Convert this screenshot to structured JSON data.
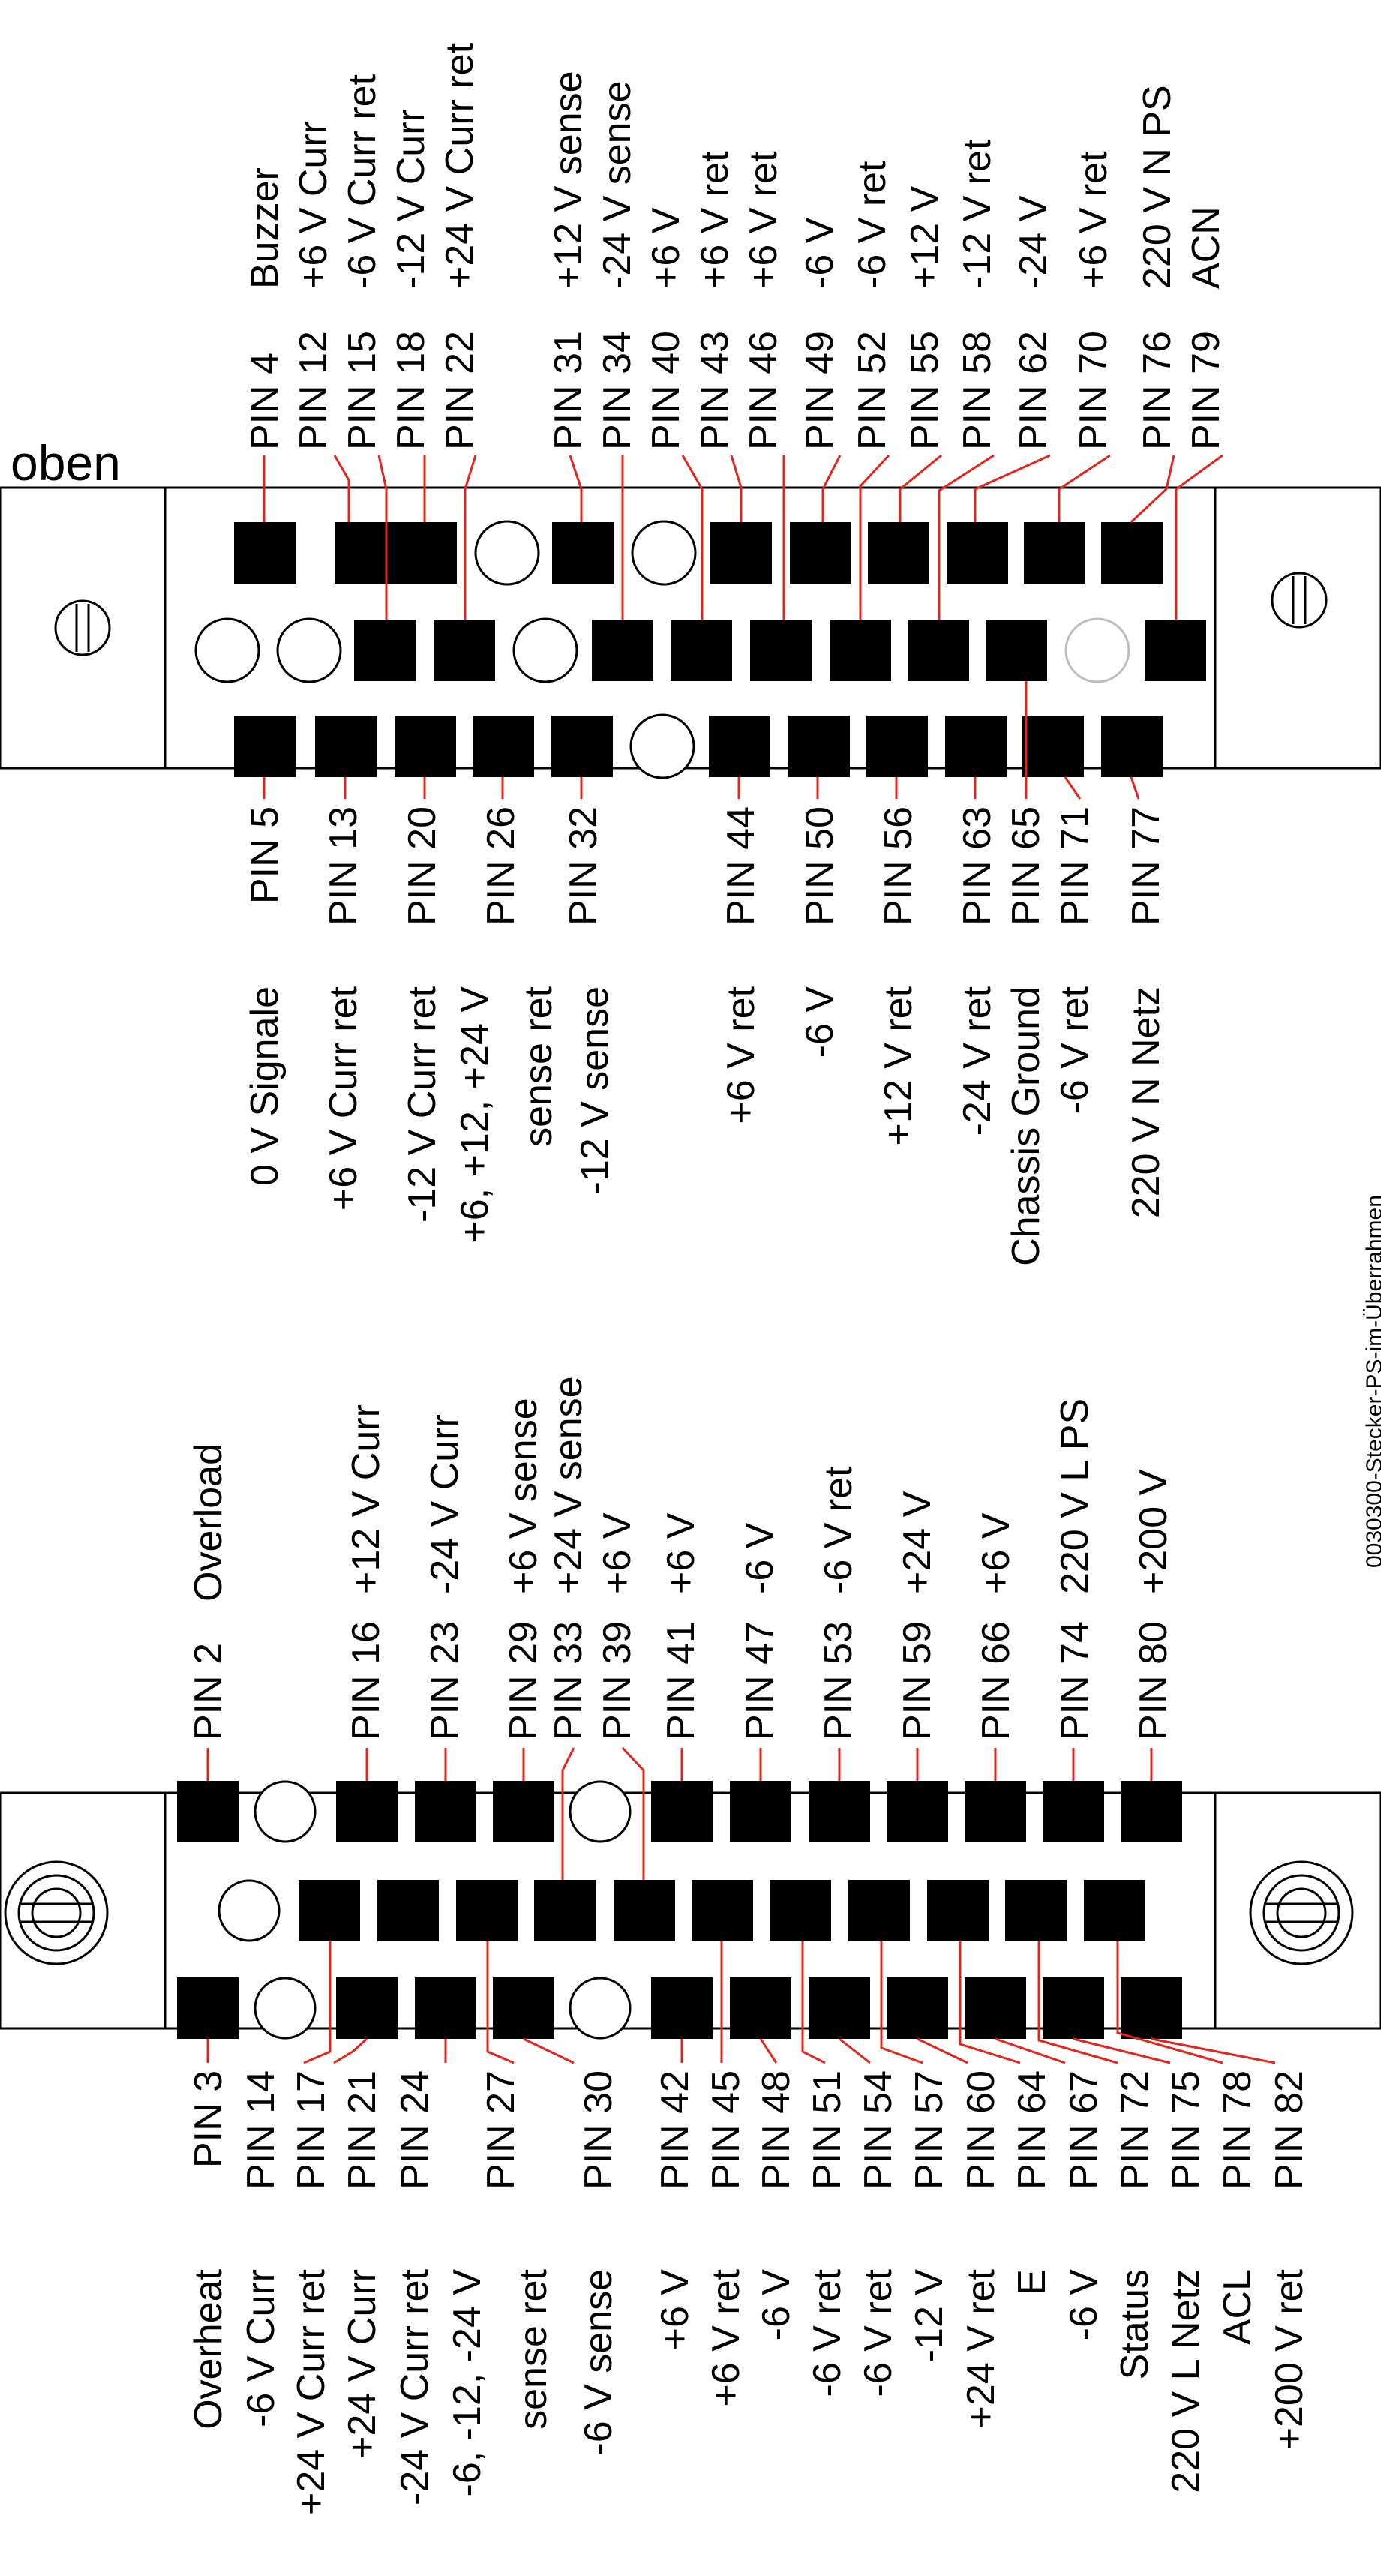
{
  "footer": "0030300-Stecker-PS-im-Überrahmen",
  "top_label": "oben",
  "upper_connector": {
    "top_row": [
      [
        "PIN 4",
        "Buzzer"
      ],
      [
        "PIN 12",
        "+6 V Curr"
      ],
      [
        "PIN 15",
        "-6 V Curr ret"
      ],
      [
        "PIN 18",
        "-12 V Curr"
      ],
      [
        "PIN 22",
        "+24 V Curr ret"
      ],
      [
        "PIN 31",
        "+12 V sense"
      ],
      [
        "PIN 34",
        "-24 V sense"
      ],
      [
        "PIN 40",
        "+6 V"
      ],
      [
        "PIN 43",
        "+6 V ret"
      ],
      [
        "PIN 46",
        "+6 V ret"
      ],
      [
        "PIN 49",
        "-6 V"
      ],
      [
        "PIN 52",
        "-6 V ret"
      ],
      [
        "PIN 55",
        "+12 V"
      ],
      [
        "PIN 58",
        "-12 V ret"
      ],
      [
        "PIN 62",
        "-24 V"
      ],
      [
        "PIN 70",
        "+6 V ret"
      ],
      [
        "PIN 76",
        "220 V N PS"
      ],
      [
        "PIN 79",
        "ACN"
      ]
    ],
    "bottom_row": [
      [
        "PIN 5",
        "0 V Signale"
      ],
      [
        "PIN 13",
        "+6 V Curr ret"
      ],
      [
        "PIN 20",
        "-12 V Curr ret"
      ],
      [
        "PIN 26",
        "+6, +12, +24 V"
      ],
      [
        "",
        "sense ret"
      ],
      [
        "PIN 32",
        "-12 V sense"
      ],
      [
        "PIN 44",
        "+6 V ret"
      ],
      [
        "PIN 50",
        "-6 V"
      ],
      [
        "PIN 56",
        "+12 V ret"
      ],
      [
        "PIN 63",
        "-24 V ret"
      ],
      [
        "PIN 65",
        "Chassis Ground"
      ],
      [
        "PIN 71",
        "-6 V ret"
      ],
      [
        "PIN 77",
        "220 V N Netz"
      ]
    ]
  },
  "lower_connector": {
    "top_row": [
      [
        "PIN 2",
        "Overload"
      ],
      [
        "PIN 16",
        "+12 V Curr"
      ],
      [
        "PIN 23",
        "-24 V Curr"
      ],
      [
        "PIN 29",
        "+6 V sense"
      ],
      [
        "PIN 33",
        "+24 V sense"
      ],
      [
        "PIN 39",
        "+6 V"
      ],
      [
        "PIN 41",
        "+6 V"
      ],
      [
        "PIN 47",
        "-6 V"
      ],
      [
        "PIN 53",
        "-6 V ret"
      ],
      [
        "PIN 59",
        "+24 V"
      ],
      [
        "PIN 66",
        "+6 V"
      ],
      [
        "PIN 74",
        "220 V L PS"
      ],
      [
        "PIN 80",
        "+200 V"
      ]
    ],
    "bottom_row": [
      [
        "PIN 3",
        "Overheat"
      ],
      [
        "PIN 14",
        "-6 V Curr"
      ],
      [
        "PIN 17",
        "+24 V Curr ret"
      ],
      [
        "PIN 21",
        "+24 V Curr"
      ],
      [
        "PIN 24",
        "-24 V Curr ret"
      ],
      [
        "PIN 27",
        "-6, -12, -24 V"
      ],
      [
        "",
        "sense ret"
      ],
      [
        "PIN 30",
        "-6 V sense"
      ],
      [
        "PIN 42",
        "+6 V"
      ],
      [
        "PIN 45",
        "+6 V ret"
      ],
      [
        "PIN 48",
        "-6 V"
      ],
      [
        "PIN 51",
        "-6 V ret"
      ],
      [
        "PIN 54",
        "-6 V ret"
      ],
      [
        "PIN 57",
        "-12 V"
      ],
      [
        "PIN 60",
        "+24 V ret"
      ],
      [
        "PIN 64",
        "E"
      ],
      [
        "PIN 67",
        "-6 V"
      ],
      [
        "PIN 72",
        "Status"
      ],
      [
        "PIN 75",
        "220 V L Netz"
      ],
      [
        "PIN 78",
        "ACL"
      ],
      [
        "PIN 82",
        "+200 V ret"
      ]
    ]
  }
}
